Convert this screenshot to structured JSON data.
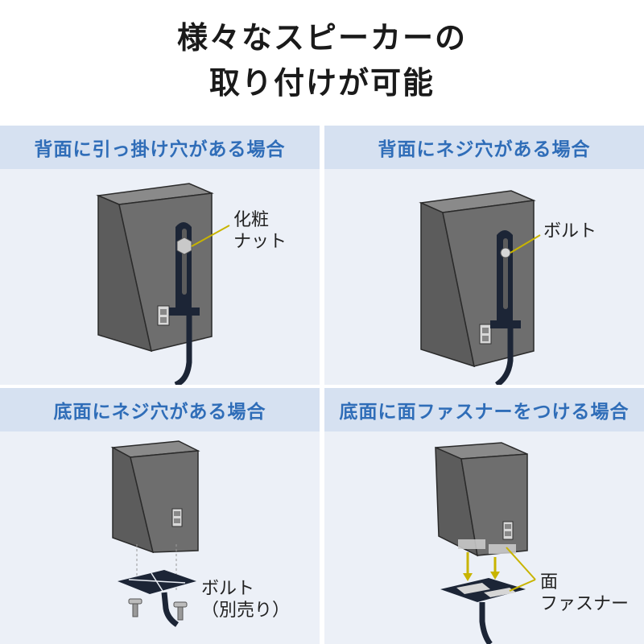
{
  "title": {
    "line1": "様々なスピーカーの",
    "line2": "取り付けが可能"
  },
  "panels": [
    {
      "heading": "背面に引っ掛け穴がある場合",
      "labels": [
        "化粧",
        "ナット"
      ]
    },
    {
      "heading": "背面にネジ穴がある場合",
      "labels": [
        "ボルト"
      ]
    },
    {
      "heading": "底面にネジ穴がある場合",
      "labels": [
        "ボルト",
        "（別売り）"
      ]
    },
    {
      "heading": "底面に面ファスナーをつける場合",
      "labels": [
        "面",
        "ファスナー"
      ]
    }
  ],
  "colors": {
    "heading_text": "#2f6db8",
    "heading_bg": "#d6e1f1",
    "panel_bg": "#ecf0f7",
    "speaker_body": "#6b6b6b",
    "bracket": "#1c2536",
    "leader": "#c8b400"
  }
}
